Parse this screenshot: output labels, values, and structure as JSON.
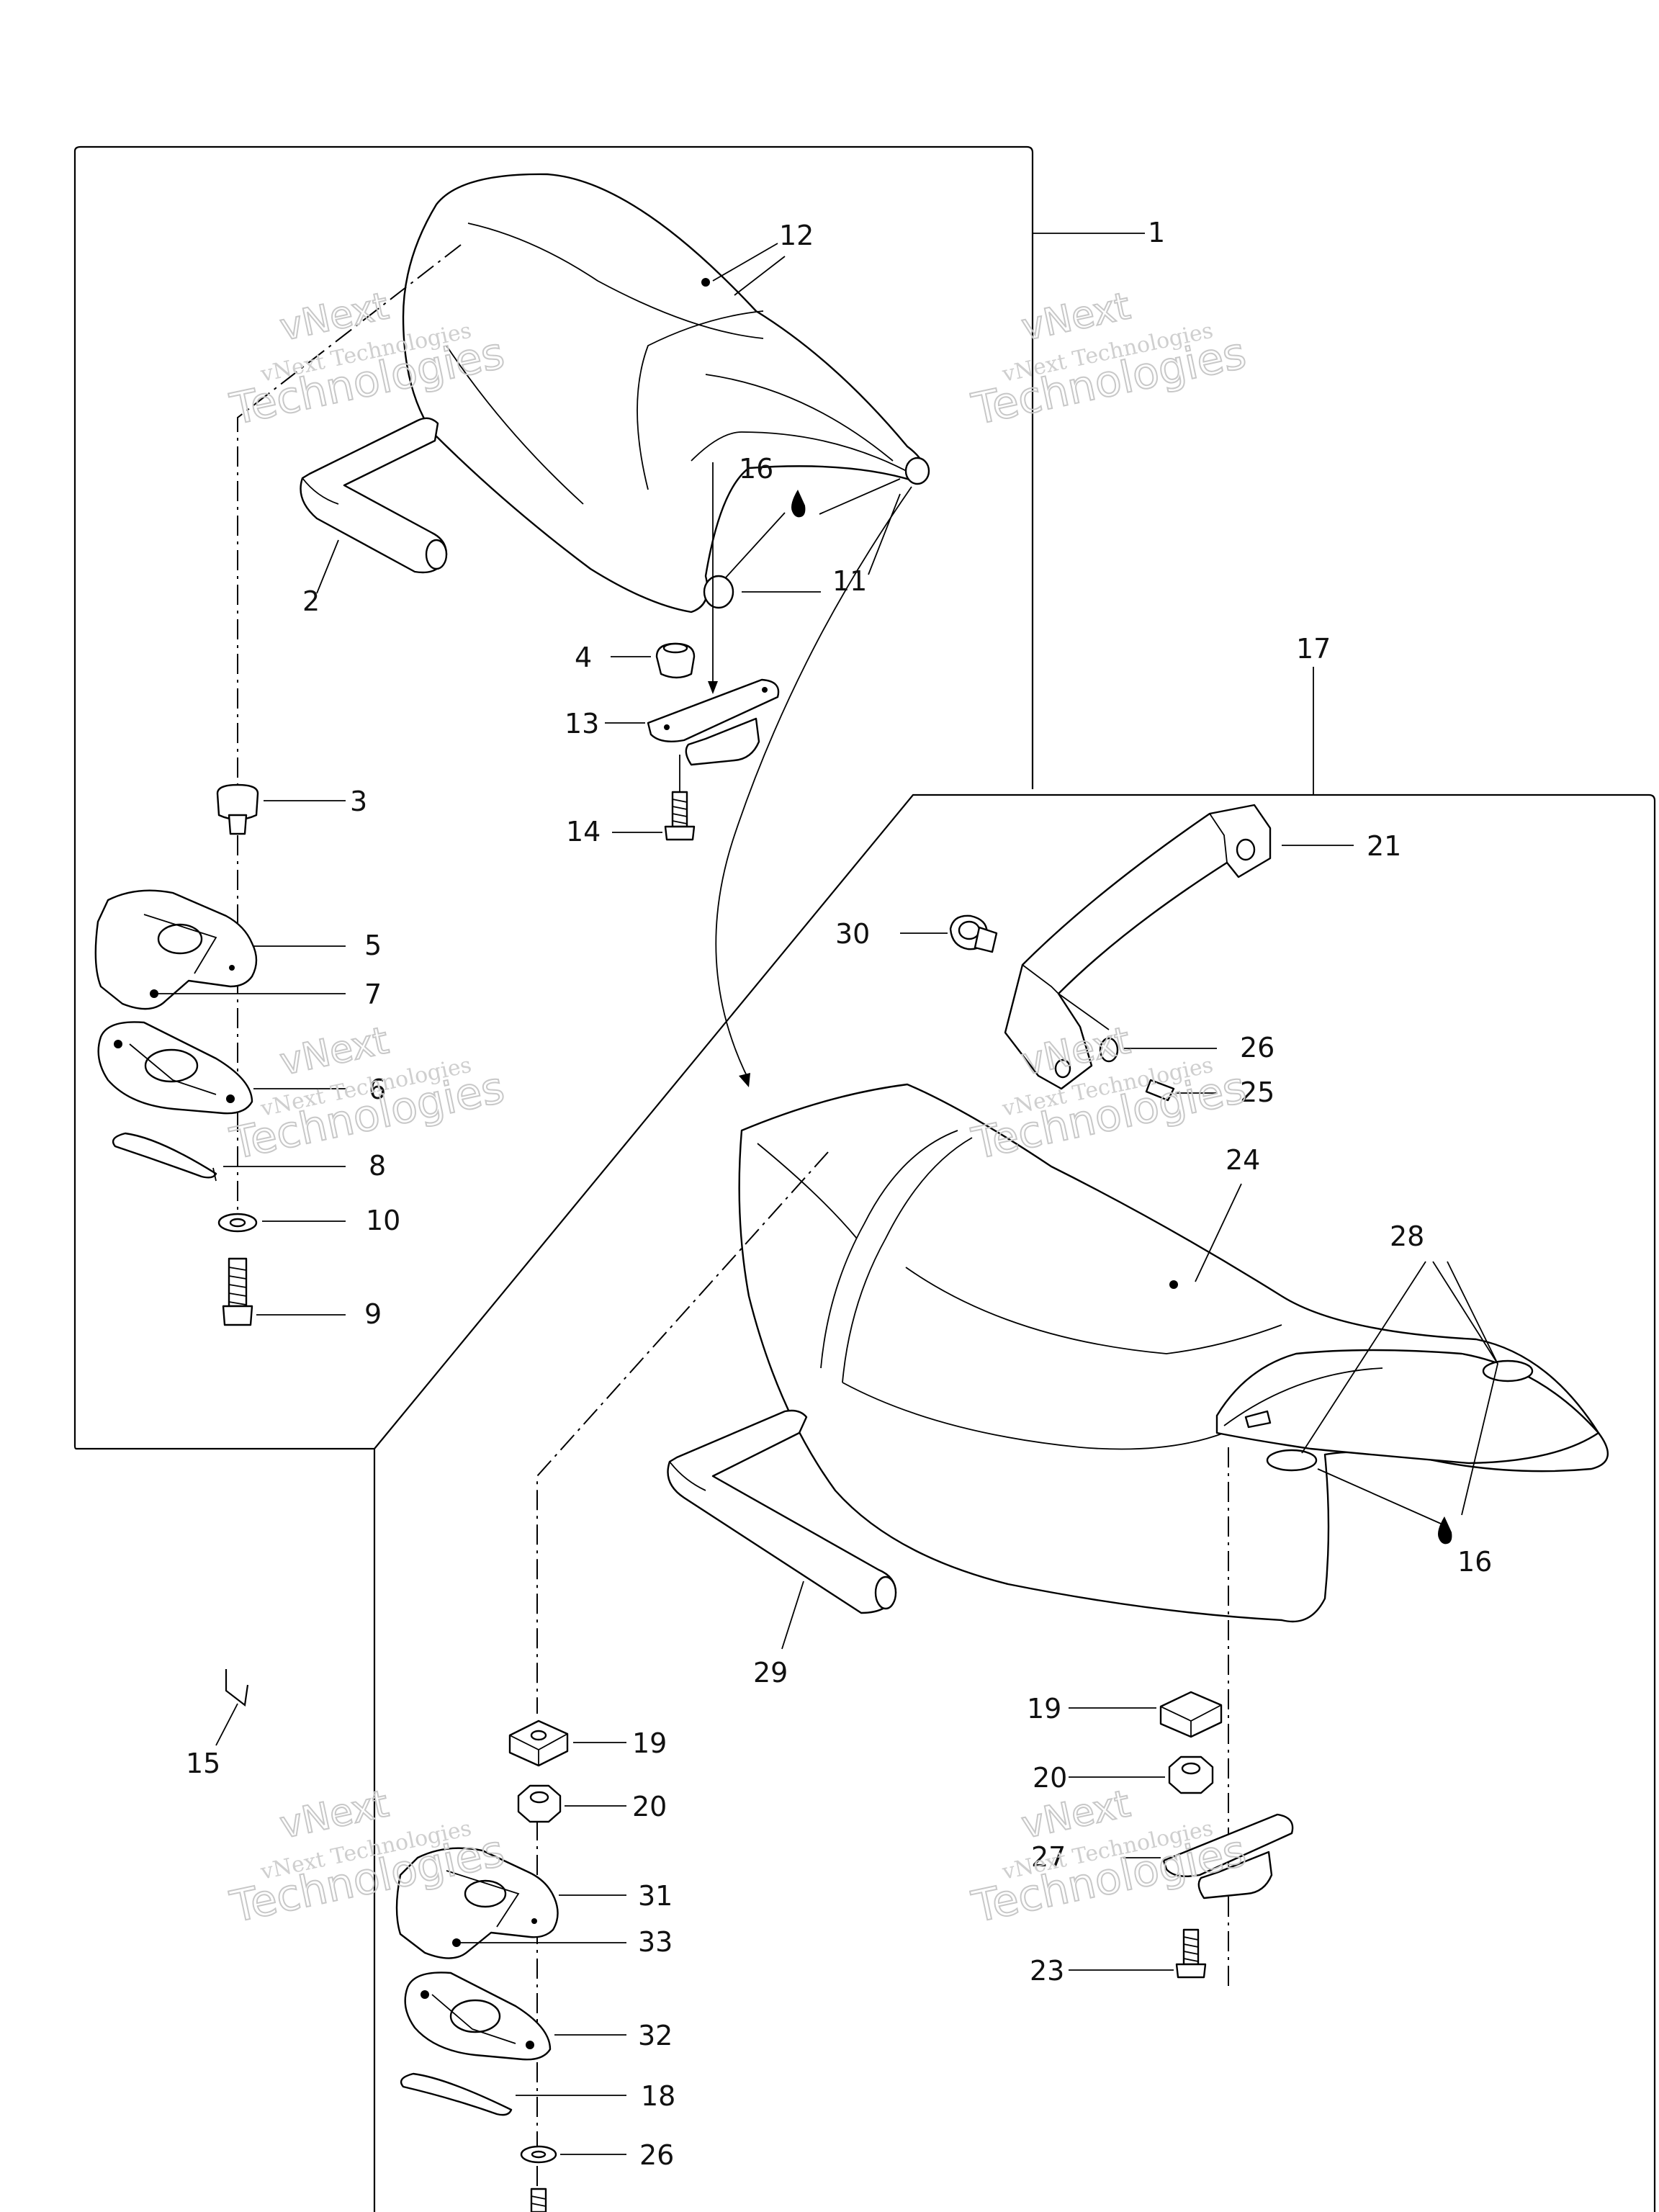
{
  "callouts": {
    "c1": "1",
    "c2": "2",
    "c3": "3",
    "c4": "4",
    "c5": "5",
    "c6": "6",
    "c7": "7",
    "c8": "8",
    "c9": "9",
    "c10": "10",
    "c11": "11",
    "c12": "12",
    "c13": "13",
    "c14": "14",
    "c15": "15",
    "c16a": "16",
    "c16b": "16",
    "c17": "17",
    "c18": "18",
    "c19a": "19",
    "c19b": "19",
    "c20a": "20",
    "c20b": "20",
    "c21": "21",
    "c23": "23",
    "c24": "24",
    "c25": "25",
    "c26a": "26",
    "c26b": "26",
    "c27": "27",
    "c28": "28",
    "c29": "29",
    "c30": "30",
    "c31": "31",
    "c32": "32",
    "c33": "33"
  },
  "watermark": {
    "line1": "vNext",
    "line2": "vNext Technologies",
    "line3": "Technologies"
  }
}
